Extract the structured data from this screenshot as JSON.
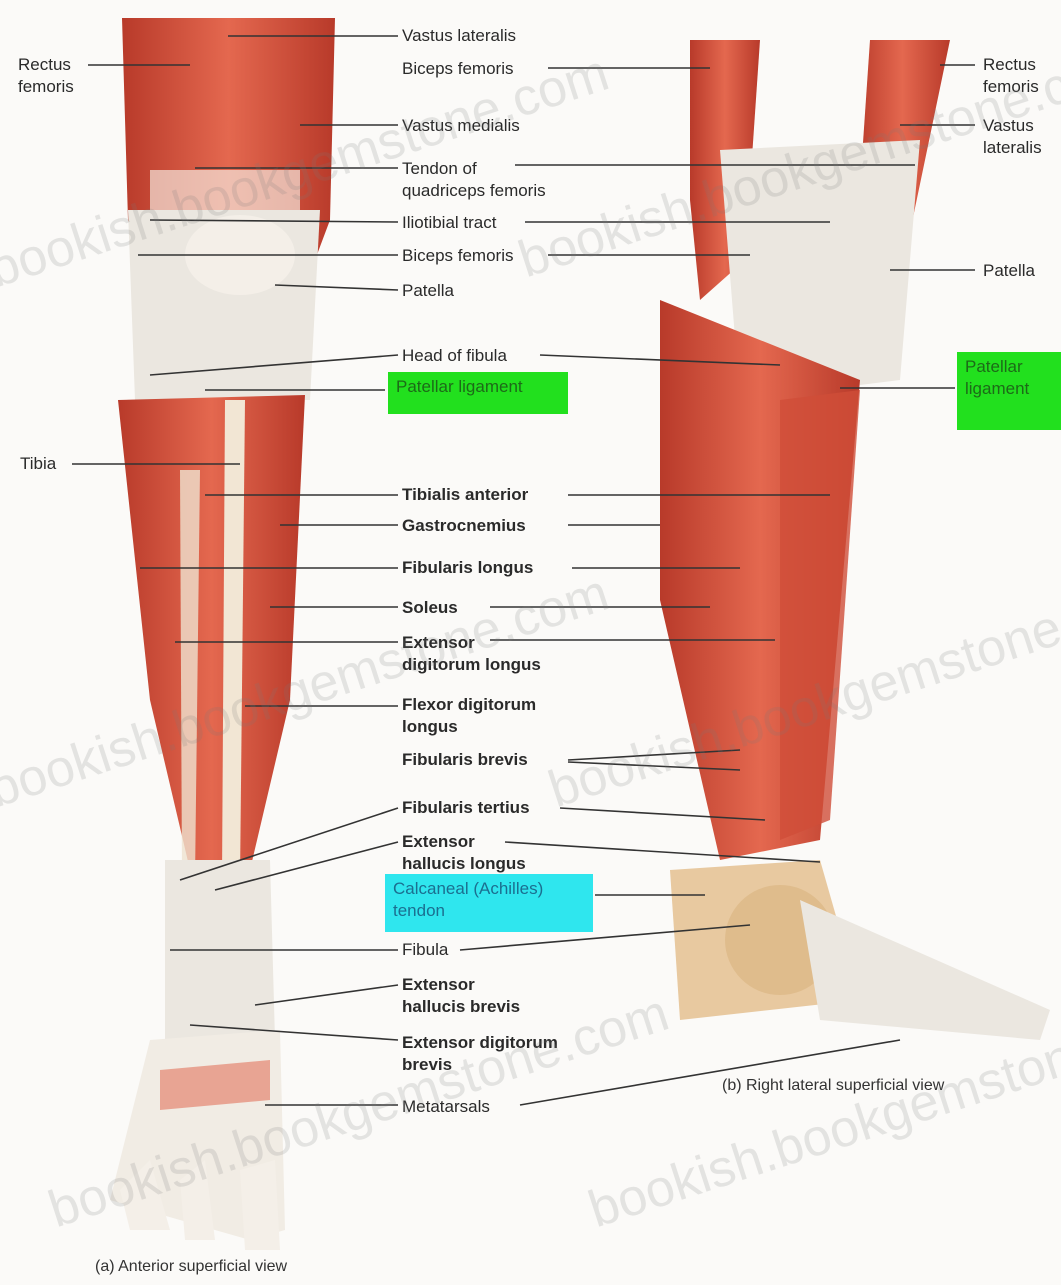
{
  "figure": {
    "panel_a": {
      "caption": "(a) Anterior superficial view",
      "labels": {
        "rectus_femoris": "Rectus\nfemoris",
        "vastus_lateralis": "Vastus lateralis",
        "biceps_femoris_top": "Biceps femoris",
        "vastus_medialis": "Vastus medialis",
        "tendon_quadriceps": "Tendon of\nquadriceps femoris",
        "iliotibial_tract": "Iliotibial tract",
        "biceps_femoris": "Biceps femoris",
        "patella": "Patella",
        "head_of_fibula": "Head of fibula",
        "patellar_ligament": "Patellar ligament",
        "tibia": "Tibia",
        "tibialis_anterior": "Tibialis anterior",
        "gastrocnemius": "Gastrocnemius",
        "fibularis_longus": "Fibularis longus",
        "soleus": "Soleus",
        "extensor_digitorum_longus": "Extensor\ndigitorum longus",
        "flexor_digitorum_longus": "Flexor digitorum\nlongus",
        "fibularis_brevis": "Fibularis brevis",
        "fibularis_tertius": "Fibularis tertius",
        "extensor_hallucis_longus": "Extensor\nhallucis longus",
        "calcaneal_tendon": "Calcaneal (Achilles)\ntendon",
        "fibula": "Fibula",
        "extensor_hallucis_brevis": "Extensor\nhallucis brevis",
        "extensor_digitorum_brevis": "Extensor digitorum\nbrevis",
        "metatarsals": "Metatarsals"
      }
    },
    "panel_b": {
      "caption": "(b) Right lateral superficial view",
      "labels": {
        "rectus_femoris": "Rectus\nfemoris",
        "vastus_lateralis": "Vastus\nlateralis",
        "patella": "Patella",
        "patellar_ligament": "Patellar\nligament"
      }
    },
    "watermark": "bookish.bookgemstone.com",
    "colors": {
      "muscle": "#d9533e",
      "muscle_dark": "#b83a2a",
      "tendon": "#ebe7e0",
      "bone": "#e8c9a0",
      "highlight_green": "#22e01e",
      "highlight_cyan": "#2fe6ee"
    }
  }
}
